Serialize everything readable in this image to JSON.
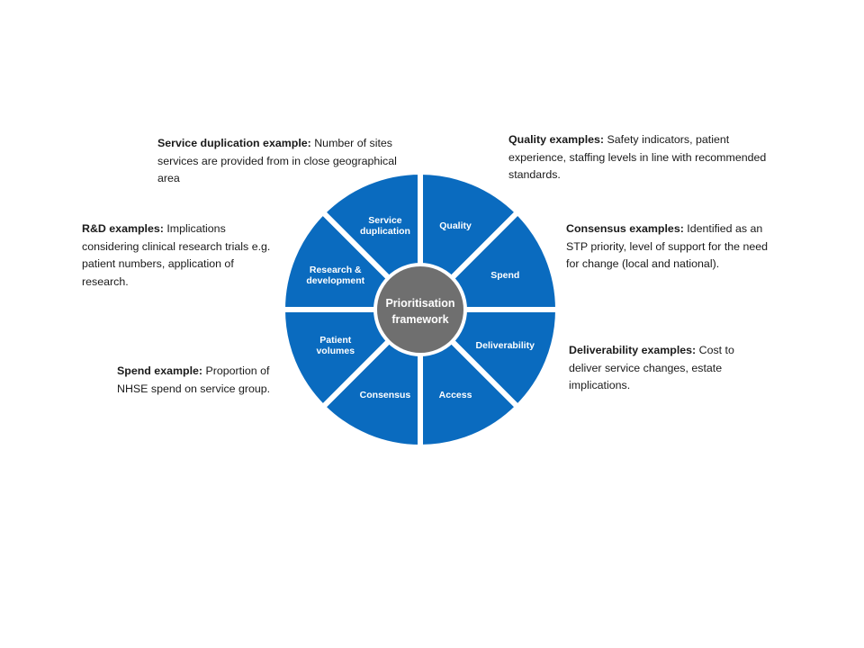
{
  "colors": {
    "segment": "#0a6bbf",
    "segment_stroke": "#ffffff",
    "center_fill": "#6f6f6f",
    "center_ring": "#ffffff",
    "text": "#1a1a1a"
  },
  "center": {
    "line1": "Prioritisation",
    "line2": "framework"
  },
  "segments": [
    {
      "id": "quality",
      "lines": [
        "Quality"
      ]
    },
    {
      "id": "spend",
      "lines": [
        "Spend"
      ]
    },
    {
      "id": "deliverability",
      "lines": [
        "Deliverability"
      ]
    },
    {
      "id": "access",
      "lines": [
        "Access"
      ]
    },
    {
      "id": "consensus",
      "lines": [
        "Consensus"
      ]
    },
    {
      "id": "patient-volumes",
      "lines": [
        "Patient",
        "volumes"
      ]
    },
    {
      "id": "research-development",
      "lines": [
        "Research &",
        "development"
      ]
    },
    {
      "id": "service-duplication",
      "lines": [
        "Service",
        "duplication"
      ]
    }
  ],
  "notes": {
    "service_duplication": {
      "heading": "Service duplication example:",
      "text": " Number of sites services are provided from in close geographical area"
    },
    "quality": {
      "heading": "Quality examples:",
      "text": " Safety indicators, patient experience, staffing levels in line with recommended standards."
    },
    "rd": {
      "heading": "R&D examples:",
      "text": " Implications considering clinical research trials e.g. patient numbers, application of research."
    },
    "consensus": {
      "heading": "Consensus examples:",
      "text": " Identified as an STP priority, level of support for the need for change (local and national)."
    },
    "spend": {
      "heading": "Spend example:",
      "text": " Proportion of NHSE spend on service group."
    },
    "deliverability": {
      "heading": "Deliverability examples:",
      "text": " Cost to deliver service changes, estate implications."
    }
  }
}
